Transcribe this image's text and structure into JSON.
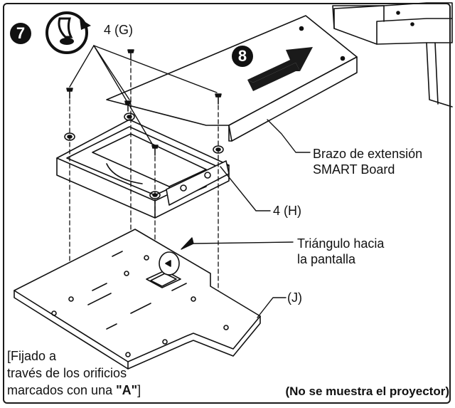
{
  "steps": {
    "step7": "7",
    "step8": "8"
  },
  "labels": {
    "screws_g": "4 (G)",
    "extension_arm_line1": "Brazo de extensión",
    "extension_arm_line2": "SMART Board",
    "washers_h": "4 (H)",
    "triangle_line1": "Triángulo hacia",
    "triangle_line2": "la pantalla",
    "plate_j": "(J)"
  },
  "notes": {
    "fixed_line1": "[Fijado a",
    "fixed_line2": "través de los orificios",
    "fixed_line3_prefix": "marcados con una ",
    "fixed_line3_mark": "\"A\"",
    "fixed_line3_suffix": "]",
    "projector_note": "(No se muestra el proyector)"
  },
  "icons": {
    "tighten": "screwdriver-rotate-icon",
    "direction": "arrow-right-icon"
  },
  "colors": {
    "ink": "#111111",
    "arrow": "#1a1a1a"
  }
}
